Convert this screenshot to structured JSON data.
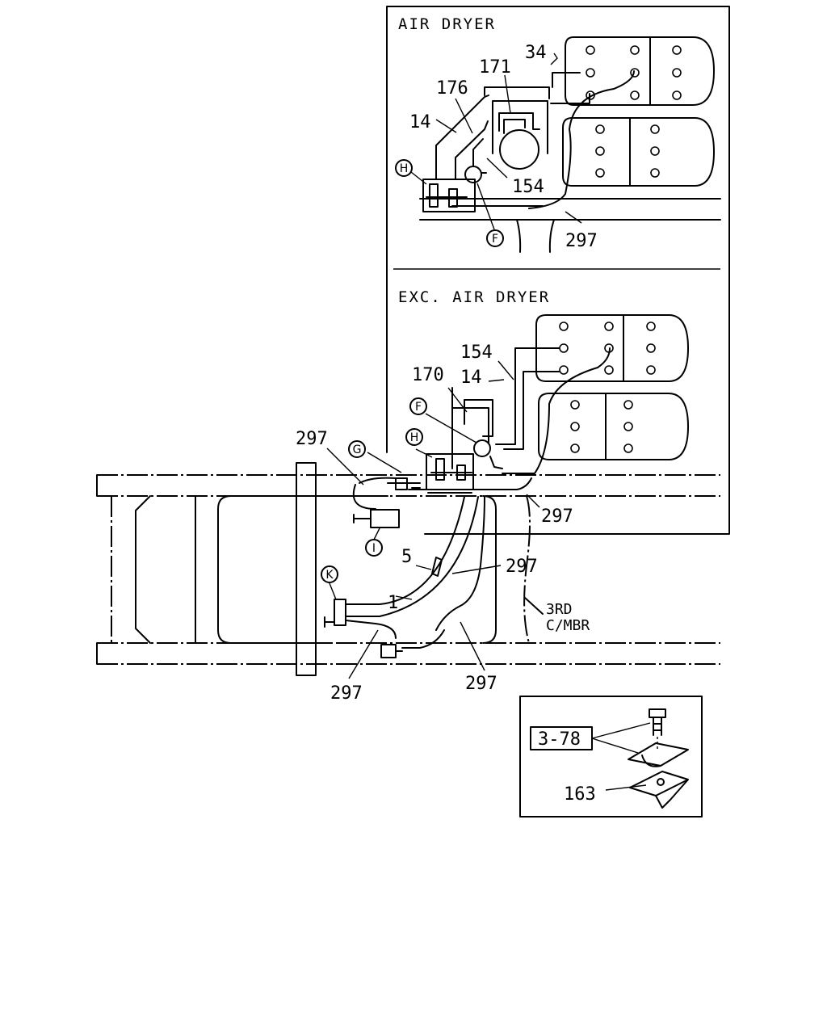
{
  "panels": {
    "air_dryer_title": "AIR DRYER",
    "exc_air_dryer_title": "EXC. AIR DRYER"
  },
  "callouts": {
    "top": {
      "c34": "34",
      "c171": "171",
      "c176": "176",
      "c14": "14",
      "c154": "154",
      "c297": "297",
      "H": "H",
      "F": "F"
    },
    "mid": {
      "c154": "154",
      "c170": "170",
      "c14": "14",
      "c297": "297",
      "F": "F",
      "H": "H"
    },
    "frame": {
      "c297_a": "297",
      "G": "G",
      "I": "I",
      "c5": "5",
      "c1": "1",
      "c297_b": "297",
      "K": "K",
      "c297_c": "297",
      "c297_d": "297",
      "third_cmbr_1": "3RD",
      "third_cmbr_2": "C/MBR"
    },
    "detail": {
      "ref": "3-78",
      "c163": "163"
    }
  }
}
